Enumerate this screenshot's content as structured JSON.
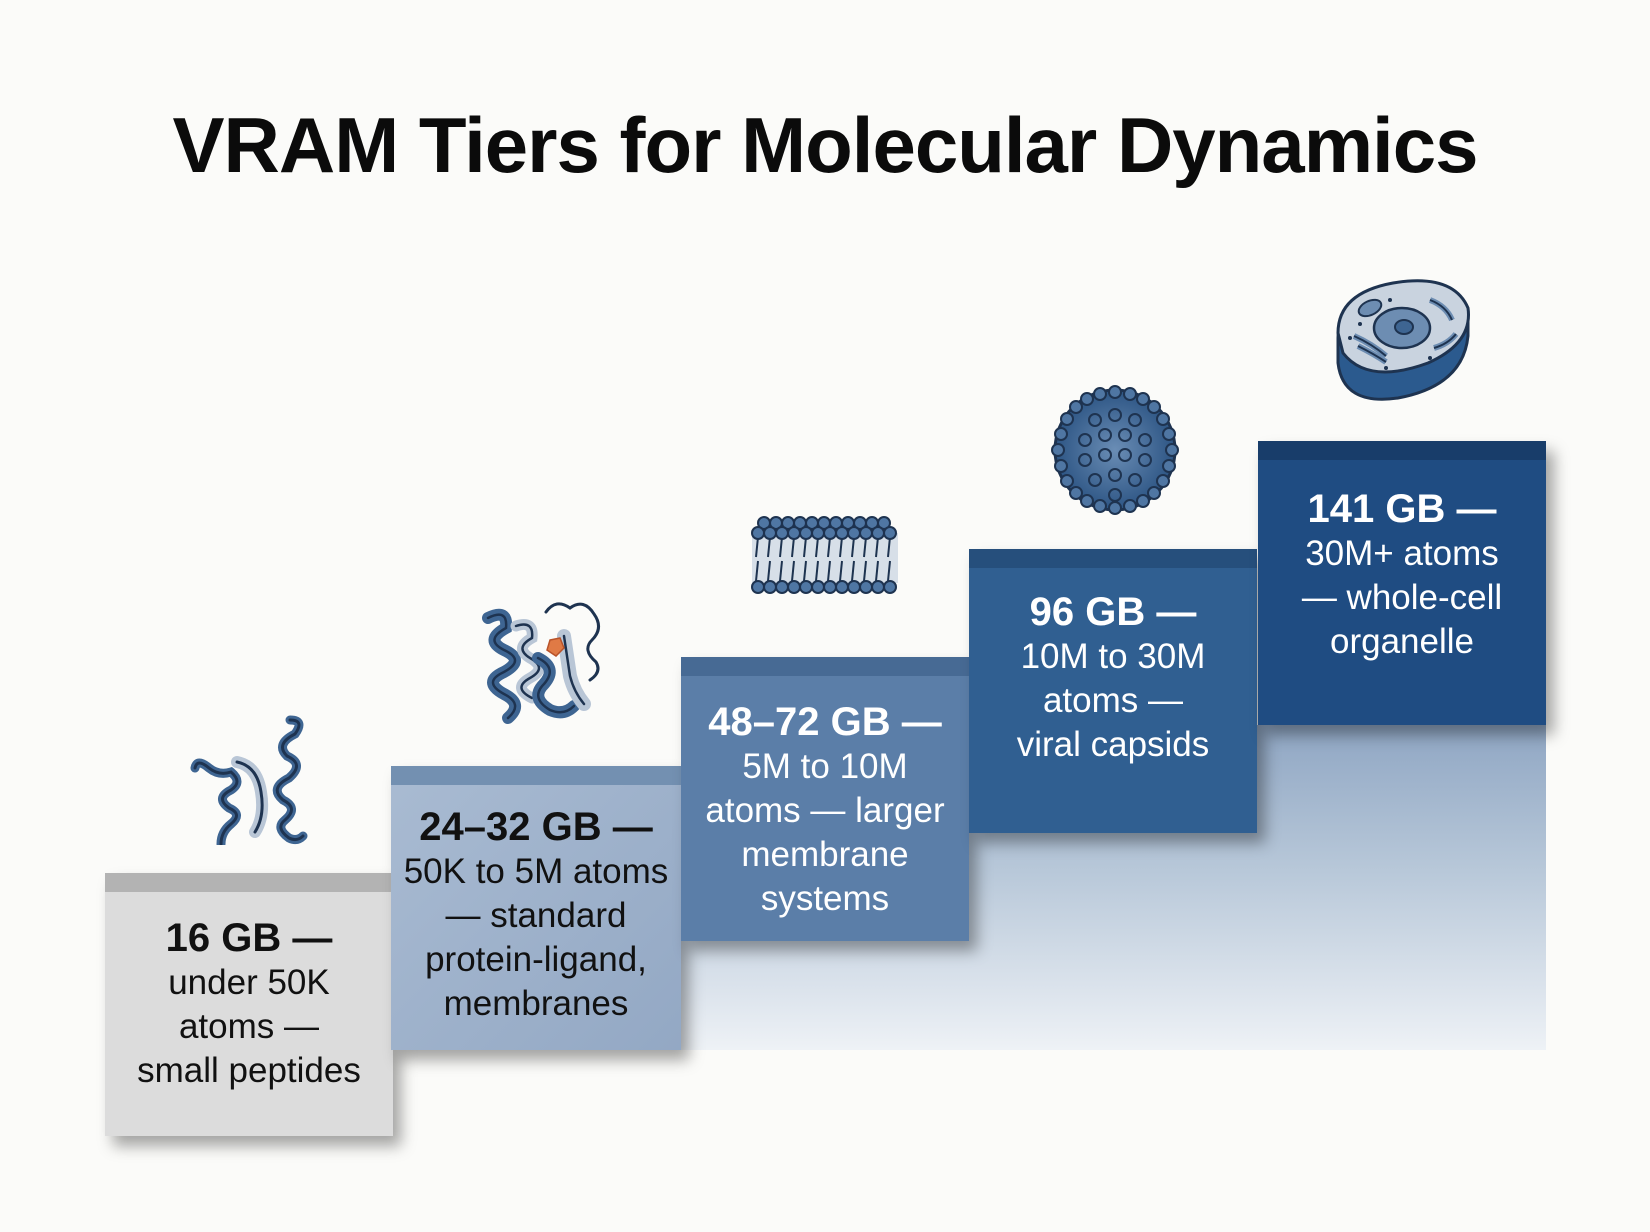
{
  "title": "VRAM Tiers for Molecular Dynamics",
  "tiers": [
    {
      "vram": "16 GB —",
      "description": "under 50K\natoms —\nsmall peptides",
      "icon": "peptide-helix-icon",
      "color": "#dcdcdc"
    },
    {
      "vram": "24–32 GB —",
      "description": "50K to 5M atoms\n— standard\nprotein-ligand,\nmembranes",
      "icon": "protein-ligand-icon",
      "color": "#a3b6ce"
    },
    {
      "vram": "48–72 GB —",
      "description": "5M to 10M\natoms — larger\nmembrane\nsystems",
      "icon": "lipid-bilayer-icon",
      "color": "#5b7ea8"
    },
    {
      "vram": "96 GB —",
      "description": "10M to 30M\natoms —\nviral capsids",
      "icon": "viral-capsid-icon",
      "color": "#305f91"
    },
    {
      "vram": "141 GB —",
      "description": "30M+ atoms\n— whole-cell\norganelle",
      "icon": "cell-organelle-icon",
      "color": "#1f4c82"
    }
  ],
  "colors": {
    "accent_orange": "#e07a45",
    "dark_navy": "#1f4c82",
    "outline": "#1e3350"
  }
}
